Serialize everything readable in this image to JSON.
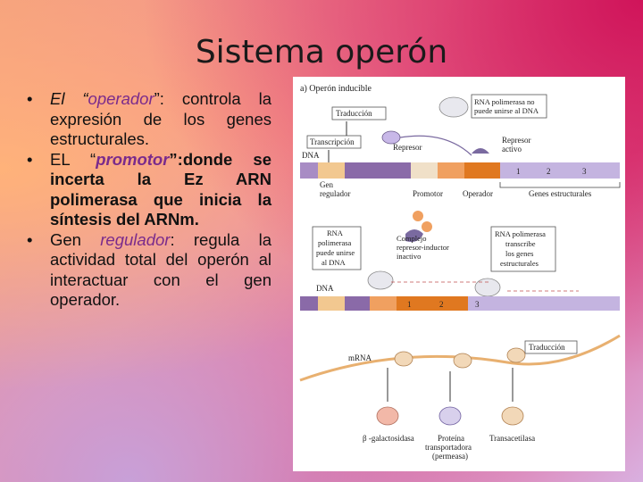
{
  "slide": {
    "title": "Sistema operón"
  },
  "bullets": [
    {
      "prefix": "El “",
      "highlight": "operador",
      "suffix": "”: controla la expresión de los genes estructurales."
    },
    {
      "prefix": "EL “",
      "highlight": "promotor",
      "suffix": "”:donde se incerta la Ez ARN polimerasa que inicia la síntesis del ARNm."
    },
    {
      "prefix": "Gen ",
      "highlight": "regulador",
      "suffix": ": regula la actividad total del operón al interactuar con el gen operador."
    }
  ],
  "diagram": {
    "heading": "a) Operón inducible",
    "traduccion": "Traducción",
    "transcripcion": "Transcripción",
    "dna": "DNA",
    "represor": "Represor",
    "represor_activo_1": "Represor",
    "represor_activo_2": "activo",
    "rna_no_puede_1": "RNA polimerasa no",
    "rna_no_puede_2": "puede unirse al DNA",
    "gen_regulador_1": "Gen",
    "gen_regulador_2": "regulador",
    "promotor": "Promotor",
    "operador": "Operador",
    "genes_estructurales": "Genes estructurales",
    "gene_1": "1",
    "gene_2": "2",
    "gene_3": "3",
    "rna_puede_1": "RNA",
    "rna_puede_2": "polimerasa",
    "rna_puede_3": "puede unirse",
    "rna_puede_4": "al DNA",
    "complejo_1": "Complejo",
    "complejo_2": "represor-inductor",
    "complejo_3": "inactivo",
    "transcribe_1": "RNA polimerasa",
    "transcribe_2": "transcribe",
    "transcribe_3": "los genes",
    "transcribe_4": "estructurales",
    "dna2": "DNA",
    "mrna": "mRNA",
    "traduccion2": "Traducción",
    "galactosidasa": "β -galactosidasa",
    "proteina_1": "Proteína",
    "proteina_2": "transportadora",
    "proteina_3": "(permeasa)",
    "transacetilasa": "Transacetilasa"
  },
  "colors": {
    "regulator_gene": "#f2c890",
    "promoter": "#f0a060",
    "operator": "#e07820",
    "structural_genes": "#b8a8d8",
    "dna": "#8a6aa8",
    "mrna": "#e8b070",
    "enzyme": "#f2d8b8"
  }
}
